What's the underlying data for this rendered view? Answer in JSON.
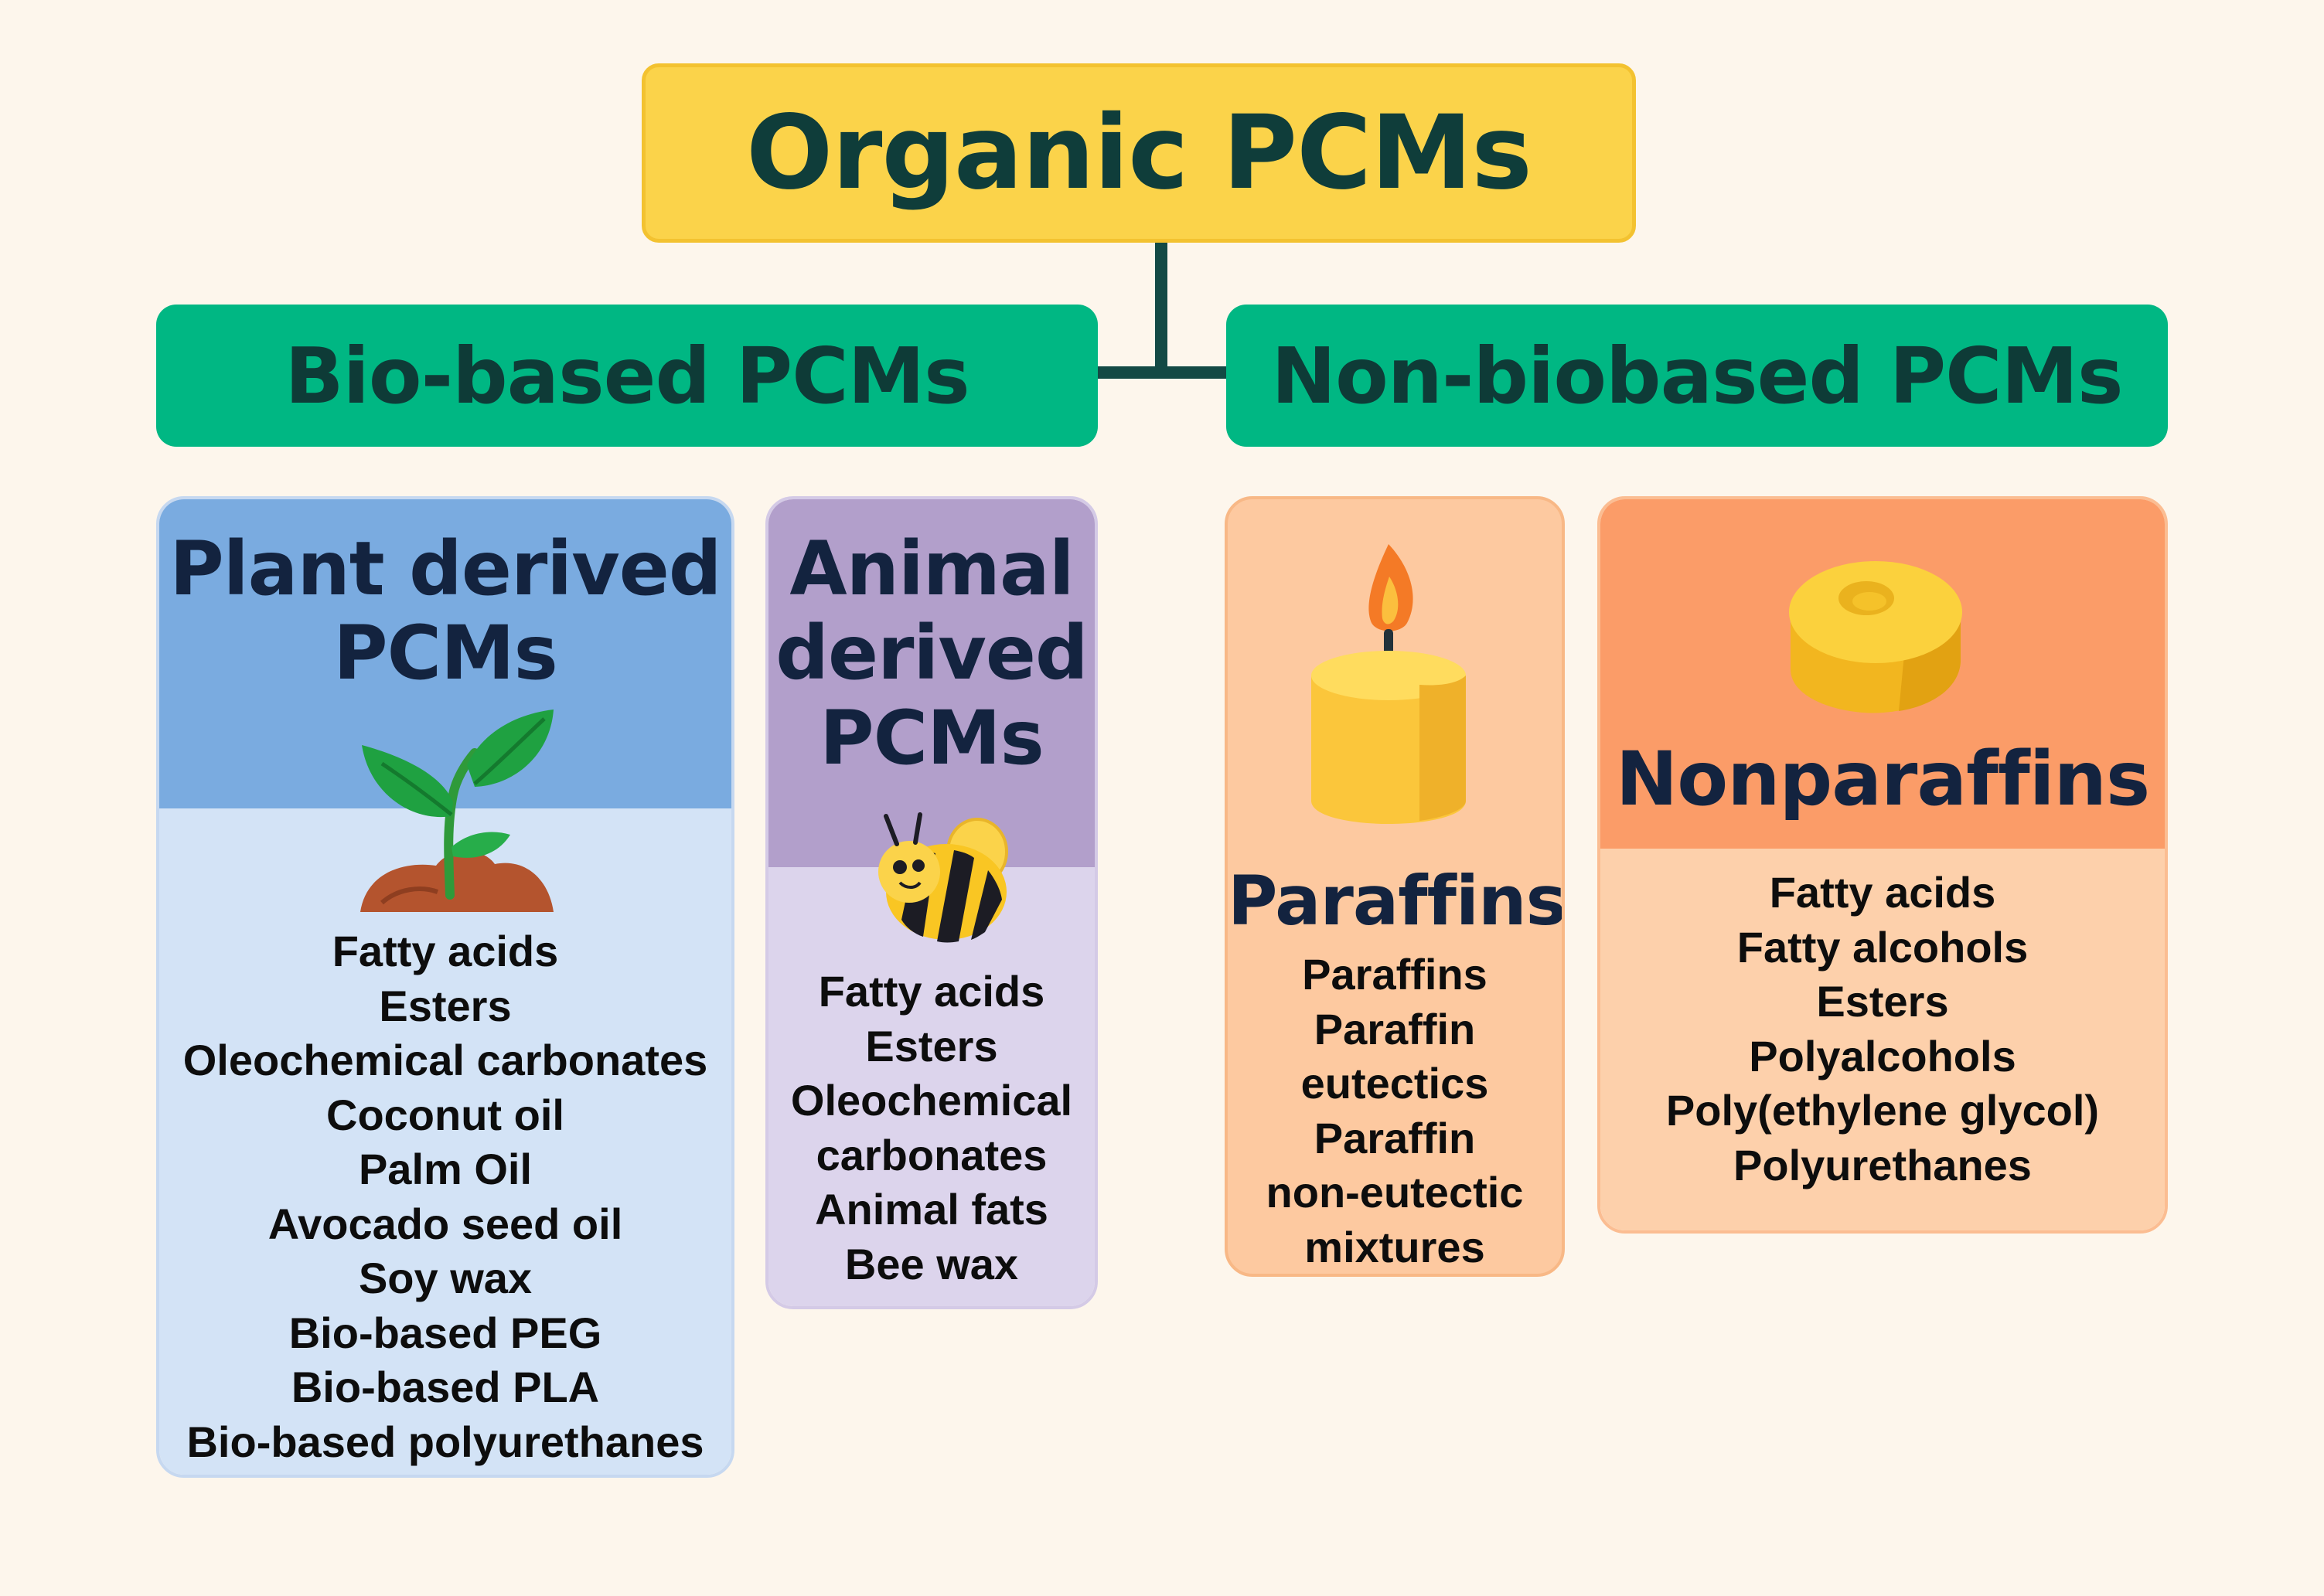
{
  "title": "Organic PCMs",
  "branches": {
    "bio": "Bio-based PCMs",
    "nonbio": "Non-biobased PCMs"
  },
  "cards": {
    "plant": {
      "title_lines": [
        "Plant derived",
        "PCMs"
      ],
      "icon": "plant-sprout-icon",
      "items": [
        "Fatty acids",
        "Esters",
        "Oleochemical carbonates",
        "Coconut oil",
        "Palm Oil",
        "Avocado seed oil",
        "Soy wax",
        "Bio-based PEG",
        "Bio-based PLA",
        "Bio-based polyurethanes"
      ]
    },
    "animal": {
      "title_lines": [
        "Animal",
        "derived",
        "PCMs"
      ],
      "icon": "bee-icon",
      "items": [
        "Fatty acids",
        "Esters",
        "Oleochemical",
        "carbonates",
        "Animal fats",
        "Bee wax"
      ]
    },
    "paraffins": {
      "title": "Paraffins",
      "icon": "candle-icon",
      "items": [
        "Paraffins",
        "Paraffin",
        "eutectics",
        "Paraffin",
        "non-eutectic",
        "mixtures"
      ]
    },
    "nonparaffins": {
      "title": "Nonparaffins",
      "icon": "wax-block-icon",
      "items": [
        "Fatty acids",
        "Fatty alcohols",
        "Esters",
        "Polyalcohols",
        "Poly(ethylene glycol)",
        "Polyurethanes"
      ]
    }
  },
  "colors": {
    "background": "#fdf6ec",
    "title_fill": "#fbd34a",
    "branch_fill": "#00b783",
    "plant_head": "#7aabe0",
    "plant_body": "#d3e3f6",
    "animal_head": "#b29fcb",
    "animal_body": "#dcd4ec",
    "paraffins_fill": "#fdc9a0",
    "nonparaffins_head": "#fb9c68",
    "nonparaffins_body": "#fdd0ab",
    "connector": "#134a45"
  }
}
